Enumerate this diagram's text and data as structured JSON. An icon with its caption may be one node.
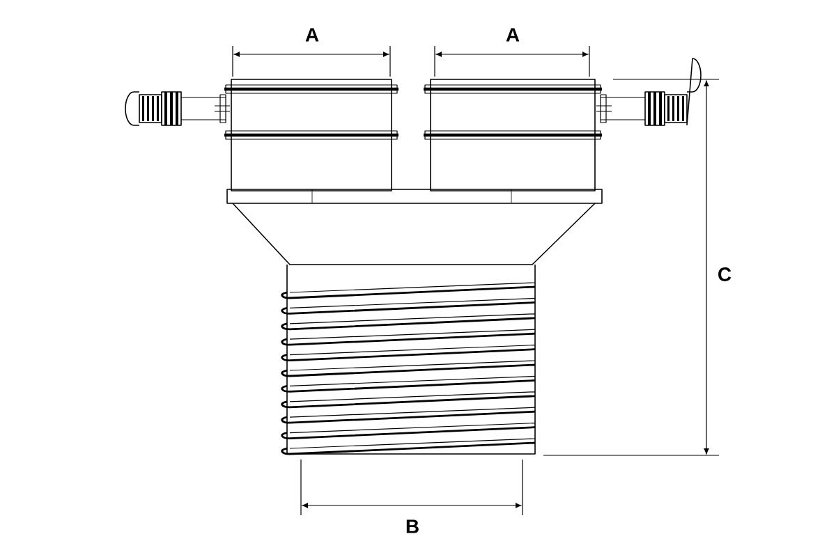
{
  "diagram": {
    "labels": [
      "A",
      "A",
      "C",
      "B"
    ]
  }
}
